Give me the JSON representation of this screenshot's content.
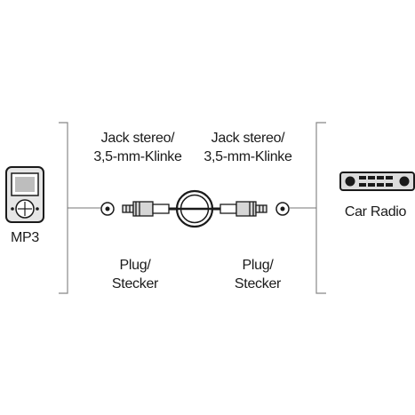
{
  "diagram": {
    "left_device": {
      "label": "MP3",
      "icon": "mp3-player-icon"
    },
    "right_device": {
      "label": "Car Radio",
      "icon": "car-radio-icon"
    },
    "left_jack": {
      "line1": "Jack stereo/",
      "line2": "3,5-mm-Klinke"
    },
    "right_jack": {
      "line1": "Jack stereo/",
      "line2": "3,5-mm-Klinke"
    },
    "left_plug": {
      "line1": "Plug/",
      "line2": "Stecker"
    },
    "right_plug": {
      "line1": "Plug/",
      "line2": "Stecker"
    },
    "colors": {
      "stroke": "#1a1a1a",
      "background": "#ffffff",
      "bracket": "#888888"
    }
  }
}
